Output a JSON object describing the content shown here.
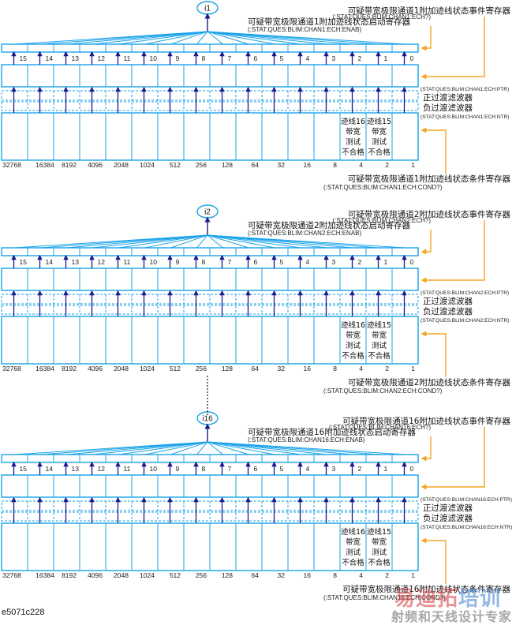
{
  "colors": {
    "register_line": "#1aa3e8",
    "arrow": "#1a1a8c",
    "pointer": "#f5a623",
    "text": "#111111"
  },
  "bit_numbers": [
    "15",
    "14",
    "13",
    "12",
    "11",
    "10",
    "9",
    "8",
    "7",
    "6",
    "5",
    "4",
    "3",
    "2",
    "1",
    "0"
  ],
  "bit_weights": [
    "32768",
    "16384",
    "8192",
    "4096",
    "2048",
    "1024",
    "512",
    "256",
    "128",
    "64",
    "32",
    "16",
    "8",
    "4",
    "2",
    "1"
  ],
  "filter_labels": {
    "positive": "正过渡滤波器",
    "negative": "负过渡滤波器"
  },
  "condition_cells": [
    {
      "bit": 2,
      "lines": [
        "迹线16",
        "带宽",
        "测试",
        "不合格"
      ]
    },
    {
      "bit": 1,
      "lines": [
        "迹线15",
        "带宽",
        "测试",
        "不合格"
      ]
    }
  ],
  "blocks": [
    {
      "summary_label": "i1",
      "event_register_name": "可疑带宽极限通道1附加迹线状态事件寄存器",
      "event_register_cmd": "(:STAT:QUES:BLIM:CHAN1:ECH?)",
      "enable_register_name": "可疑带宽极限通道1附加迹线状态启动寄存器",
      "enable_register_cmd": "(:STAT:QUES:BLIM:CHAN1:ECH:ENAB)",
      "ptr_cmd": "(STAT:QUES:BLIM:CHAN1:ECH:PTR)",
      "ntr_cmd": "(STAT:QUES:BLIM:CHAN1:ECH:NTR)",
      "condition_register_name": "可疑带宽极限通道1附加迹线状态条件寄存器",
      "condition_register_cmd": "(:STAT:QUES:BLIM:CHAN1:ECH:COND?)"
    },
    {
      "summary_label": "i2",
      "event_register_name": "可疑带宽极限通道2附加迹线状态事件寄存器",
      "event_register_cmd": "(:STAT:QUES:BLIM:CHAN2:ECH?)",
      "enable_register_name": "可疑带宽极限通道2附加迹线状态启动寄存器",
      "enable_register_cmd": "(:STAT:QUES:BLIM:CHAN2:ECH:ENAB)",
      "ptr_cmd": "(STAT:QUES:BLIM:CHAN2:ECH:PTR)",
      "ntr_cmd": "(STAT:QUES:BLIM:CHAN2:ECH:NTR)",
      "condition_register_name": "可疑带宽极限通道2附加迹线状态条件寄存器",
      "condition_register_cmd": "(:STAT:QUES:BLIM:CHAN2:ECH:COND?)"
    },
    {
      "summary_label": "i16",
      "event_register_name": "可疑带宽极限通道16附加迹线状态事件寄存器",
      "event_register_cmd": "(:STAT:QUES:BLIM:CHAN16:ECH?)",
      "enable_register_name": "可疑带宽极限通道16附加迹线状态启动寄存器",
      "enable_register_cmd": "(:STAT:QUES:BLIM:CHAN16:ECH:ENAB)",
      "ptr_cmd": "(STAT:QUES:BLIM:CHAN16:ECH:PTR)",
      "ntr_cmd": "(STAT:QUES:BLIM:CHAN16:ECH:NTR)",
      "condition_register_name": "可疑带宽极限通道16附加迹线状态条件寄存器",
      "condition_register_cmd": "(:STAT:QUES:BLIM:CHAN16:ECH:COND?)"
    }
  ],
  "figure_id": "e5071c228",
  "watermark": {
    "brand_red": "易迪拓",
    "brand_blue": "培训",
    "tagline": "射频和天线设计专家"
  }
}
